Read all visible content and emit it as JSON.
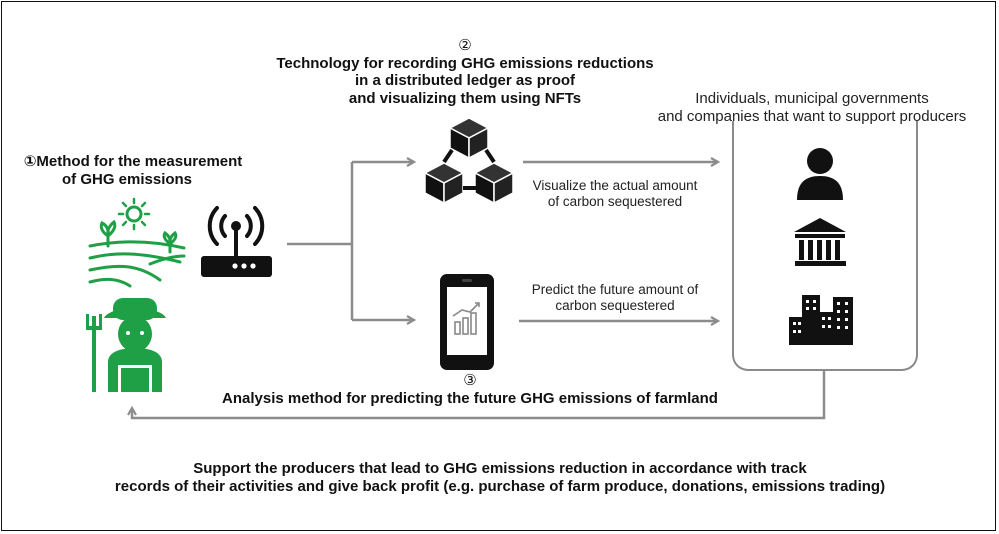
{
  "colors": {
    "accent_green": "#1fa046",
    "arrow_gray": "#8c8c8c",
    "icon_black": "#111111"
  },
  "section1": {
    "number_title_line1": "①Method for the measurement",
    "title_line2": "of GHG emissions"
  },
  "section2": {
    "number": "②",
    "title_line1": "Technology for recording GHG emissions reductions",
    "title_line2": "in a distributed ledger as proof",
    "title_line3": "and visualizing them using NFTs",
    "arrow_label_line1": "Visualize the actual amount",
    "arrow_label_line2": "of carbon sequestered"
  },
  "section3": {
    "number": "③",
    "title": "Analysis method for predicting the future GHG emissions of farmland",
    "arrow_label_line1": "Predict the future amount of",
    "arrow_label_line2": "carbon sequestered"
  },
  "supporters": {
    "title_line1": "Individuals, municipal governments",
    "title_line2": "and companies that want to support producers",
    "icons": [
      "person-icon",
      "government-building-icon",
      "city-buildings-icon"
    ]
  },
  "footer": {
    "line1": "Support the producers that lead to GHG emissions reduction in accordance with track",
    "line2": "records of their activities and give back profit (e.g. purchase of farm produce, donations, emissions trading)"
  }
}
